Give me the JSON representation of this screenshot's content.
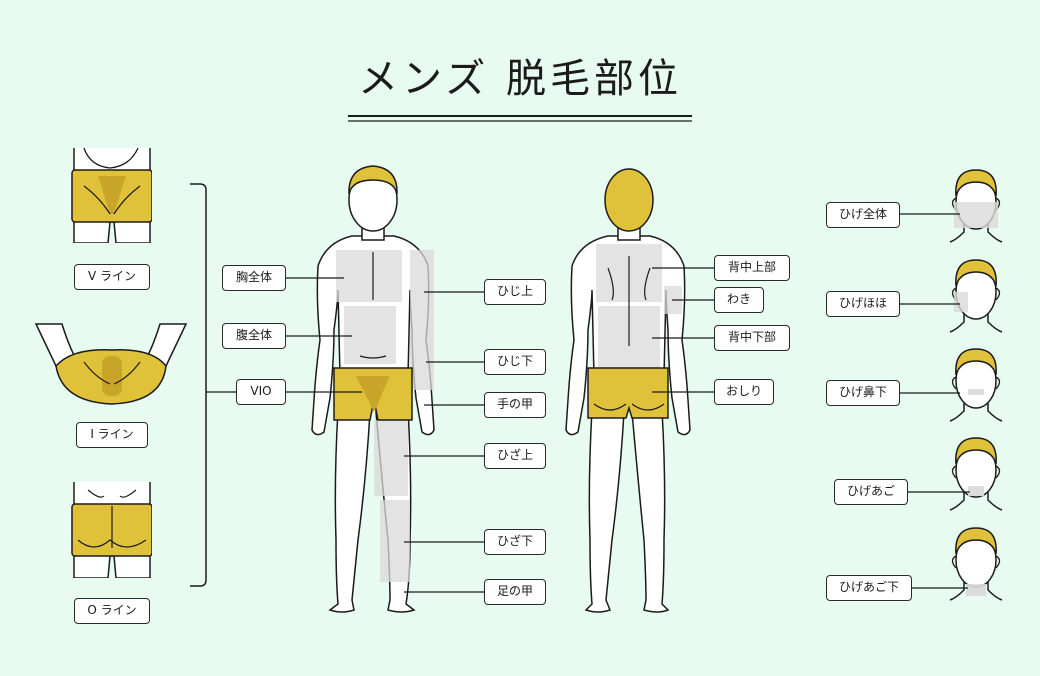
{
  "title": "メンズ 脱毛部位",
  "colors": {
    "background": "#e8fbf0",
    "shorts": "#e0c23a",
    "hair": "#e0c23a",
    "highlight": "#d9d9d9",
    "line": "#1b1b1b"
  },
  "vio": {
    "v_line": "V ライン",
    "i_line": "I ライン",
    "o_line": "O ライン"
  },
  "front_labels": {
    "chest": "胸全体",
    "abdomen": "腹全体",
    "vio": "VIO",
    "upper_arm": "ひじ上",
    "forearm": "ひじ下",
    "back_of_hand": "手の甲",
    "thigh": "ひざ上",
    "lower_leg": "ひざ下",
    "top_of_foot": "足の甲"
  },
  "back_labels": {
    "upper_back": "背中上部",
    "armpit": "わき",
    "lower_back": "背中下部",
    "buttocks": "おしり"
  },
  "beard_labels": {
    "full_beard": "ひげ全体",
    "cheek_beard": "ひげほほ",
    "under_nose": "ひげ鼻下",
    "chin_beard": "ひげあご",
    "under_chin": "ひげあご下"
  }
}
